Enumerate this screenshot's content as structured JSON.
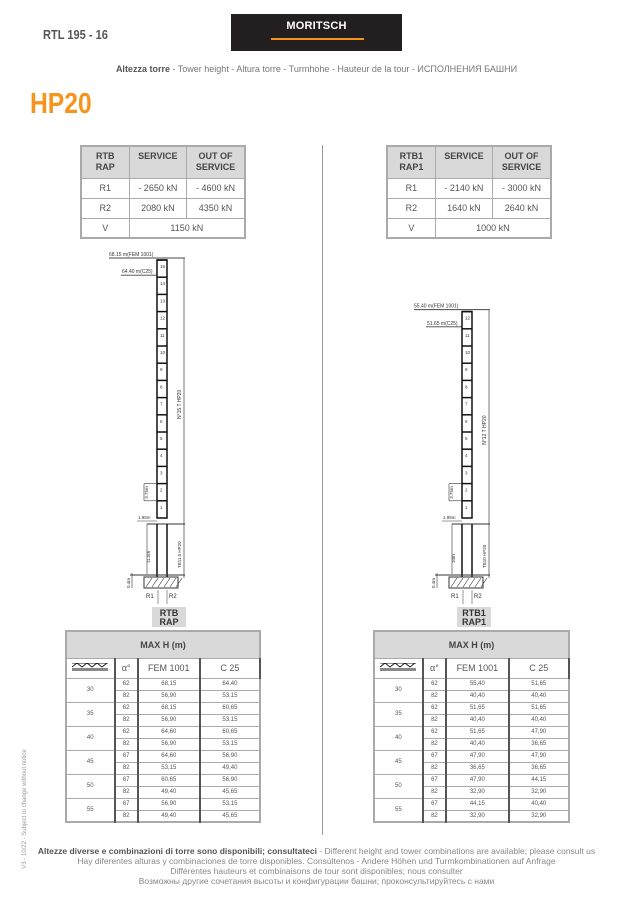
{
  "header": {
    "model": "RTL 195 - 16",
    "logo": "MORITSCH",
    "subtitle_bold": "Altezza torre",
    "subtitle_rest": " - Tower height - Altura torre -  Turmhohe - Hauteur de la tour - ИСПОЛНЕНИЯ БАШНИ",
    "section_title": "HP20"
  },
  "left": {
    "reactions": {
      "headers": [
        "RTB\nRAP",
        "SERVICE",
        "OUT OF SERVICE"
      ],
      "rows": [
        [
          "R1",
          "- 2650 kN",
          "- 4600 kN"
        ],
        [
          "R2",
          "2080 kN",
          "4350 kN"
        ]
      ],
      "v_label": "V",
      "v_value": "1150 kN"
    },
    "tower": {
      "sections": 15,
      "top_fem": "68.15 m(FEM 1001)",
      "top_c25": "64.40 m(C25)",
      "mast_label": "N°15 T HP20",
      "base_label": "TB11.5 HP20",
      "dim_section": "3.75m",
      "dim_first": "1.95m",
      "dim_base": "11.5m",
      "dim_found": "0.4m",
      "r1": "R1",
      "r2": "R2",
      "base_name_1": "RTB",
      "base_name_2": "RAP"
    },
    "maxh": {
      "title": "MAX H (m)",
      "alpha": "α°",
      "col_fem": "FEM 1001",
      "col_c25": "C 25",
      "groups": [
        {
          "jib": "30",
          "rows": [
            [
              "62",
              "68,15",
              "64,40"
            ],
            [
              "82",
              "56,90",
              "53,15"
            ]
          ]
        },
        {
          "jib": "35",
          "rows": [
            [
              "62",
              "68,15",
              "60,65"
            ],
            [
              "82",
              "56,90",
              "53,15"
            ]
          ]
        },
        {
          "jib": "40",
          "rows": [
            [
              "62",
              "64,60",
              "60,65"
            ],
            [
              "82",
              "56,90",
              "53,15"
            ]
          ]
        },
        {
          "jib": "45",
          "rows": [
            [
              "67",
              "64,60",
              "56,90"
            ],
            [
              "82",
              "53,15",
              "49,40"
            ]
          ]
        },
        {
          "jib": "50",
          "rows": [
            [
              "67",
              "60,65",
              "56,90"
            ],
            [
              "82",
              "49,40",
              "45,65"
            ]
          ]
        },
        {
          "jib": "55",
          "rows": [
            [
              "67",
              "56,90",
              "53,15"
            ],
            [
              "82",
              "49,40",
              "45,65"
            ]
          ]
        }
      ]
    }
  },
  "right": {
    "reactions": {
      "headers": [
        "RTB1\nRAP1",
        "SERVICE",
        "OUT OF SERVICE"
      ],
      "rows": [
        [
          "R1",
          "- 2140 kN",
          "- 3000 kN"
        ],
        [
          "R2",
          "1640 kN",
          "2640 kN"
        ]
      ],
      "v_label": "V",
      "v_value": "1000 kN"
    },
    "tower": {
      "sections": 12,
      "top_fem": "55.40 m(FEM 1001)",
      "top_c25": "51.65 m(C25)",
      "mast_label": "N°12 T HP20",
      "base_label": "TB10 HP20",
      "dim_section": "3.75m",
      "dim_first": "1.95m",
      "dim_base": "10m",
      "dim_found": "0.4m",
      "r1": "R1",
      "r2": "R2",
      "base_name_1": "RTB1",
      "base_name_2": "RAP1"
    },
    "maxh": {
      "title": "MAX H (m)",
      "alpha": "α°",
      "col_fem": "FEM 1001",
      "col_c25": "C 25",
      "groups": [
        {
          "jib": "30",
          "rows": [
            [
              "62",
              "55,40",
              "51,65"
            ],
            [
              "82",
              "40,40",
              "40,40"
            ]
          ]
        },
        {
          "jib": "35",
          "rows": [
            [
              "62",
              "51,65",
              "51,65"
            ],
            [
              "82",
              "40,40",
              "40,40"
            ]
          ]
        },
        {
          "jib": "40",
          "rows": [
            [
              "62",
              "51,65",
              "47,90"
            ],
            [
              "82",
              "40,40",
              "36,65"
            ]
          ]
        },
        {
          "jib": "45",
          "rows": [
            [
              "67",
              "47,90",
              "47,90"
            ],
            [
              "82",
              "36,65",
              "36,65"
            ]
          ]
        },
        {
          "jib": "50",
          "rows": [
            [
              "67",
              "47,90",
              "44,15"
            ],
            [
              "82",
              "32,90",
              "32,90"
            ]
          ]
        },
        {
          "jib": "55",
          "rows": [
            [
              "67",
              "44,15",
              "40,40"
            ],
            [
              "82",
              "32,90",
              "32,90"
            ]
          ]
        }
      ]
    }
  },
  "footer": {
    "line1_bold": "Altezze diverse e combinazioni di torre sono disponibili; consultateci",
    "line1_rest": " - Different height and tower combinations are available; please consult us",
    "line2": "Hay diferentes alturas y combinaciones de torre disponibles. Consúltenos - Andere Höhen und Turmkombinationen auf Anfrage",
    "line3": "Différentes hauteurs et combinaisons de tour sont disponibles; nous consulter",
    "line4": "Возможны другие сочетания высоты и конфигурации башни; проконсультируйтесь с нами"
  },
  "side_note": "V3 - 10/22 - Subject to change without notice"
}
